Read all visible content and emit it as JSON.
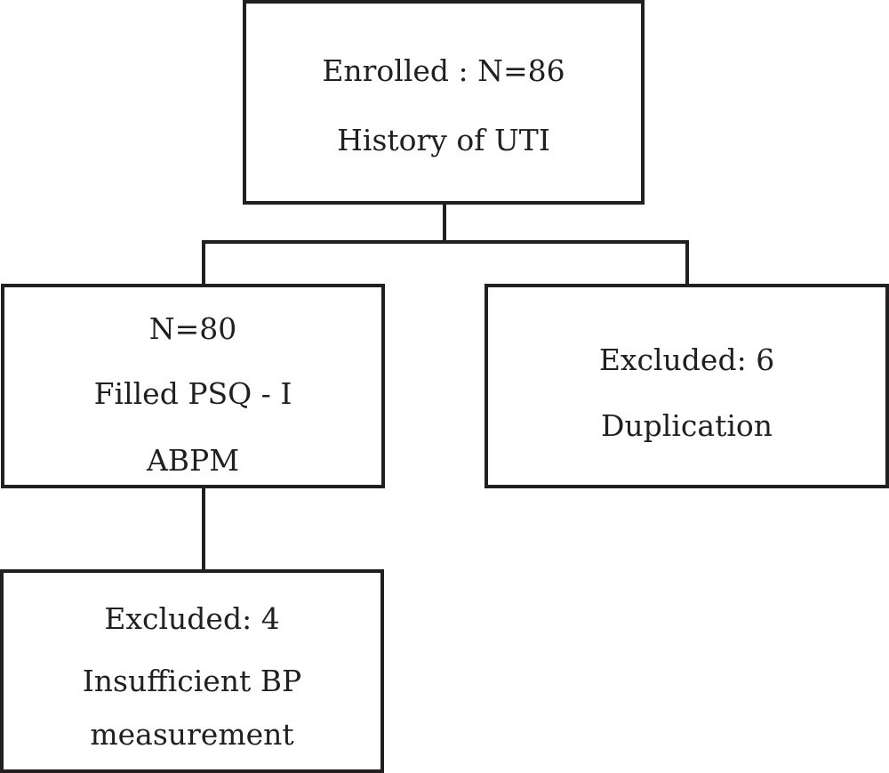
{
  "boxes": {
    "enrolled": {
      "line1": "Enrolled : N=86",
      "line2": "History of UTI"
    },
    "included": {
      "line1": "N=80",
      "line2": "Filled PSQ - I",
      "line3": "ABPM"
    },
    "excluded_duplication": {
      "line1": "Excluded: 6",
      "line2": "Duplication"
    },
    "excluded_bp": {
      "line1": "Excluded: 4",
      "line2": "Insufficient BP",
      "line3": "measurement"
    }
  },
  "colors": {
    "stroke": "#231f20",
    "text": "#231f20",
    "background": "#ffffff"
  }
}
